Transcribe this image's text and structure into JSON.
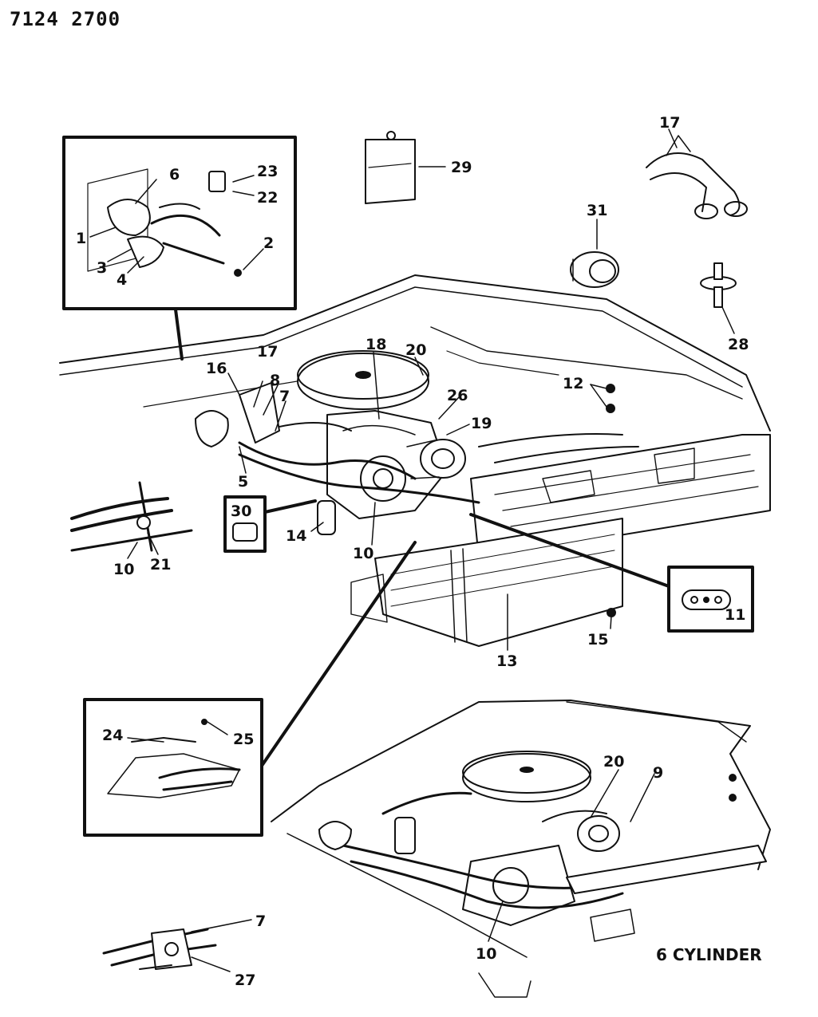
{
  "document": {
    "reference_number": "7124 2700",
    "caption": "6 CYLINDER"
  },
  "callouts": {
    "n1": "1",
    "n2": "2",
    "n3": "3",
    "n4": "4",
    "n5": "5",
    "n6": "6",
    "n7a": "7",
    "n7b": "7",
    "n8": "8",
    "n9": "9",
    "n10a": "10",
    "n10b": "10",
    "n10c": "10",
    "n11": "11",
    "n12": "12",
    "n13": "13",
    "n14": "14",
    "n15": "15",
    "n16": "16",
    "n17a": "17",
    "n17b": "17",
    "n18": "18",
    "n19": "19",
    "n20a": "20",
    "n20b": "20",
    "n21": "21",
    "n22": "22",
    "n23": "23",
    "n24": "24",
    "n25": "25",
    "n26": "26",
    "n27": "27",
    "n28": "28",
    "n29": "29",
    "n30": "30",
    "n31": "31"
  },
  "colors": {
    "ink": "#111111",
    "paper": "#ffffff"
  }
}
